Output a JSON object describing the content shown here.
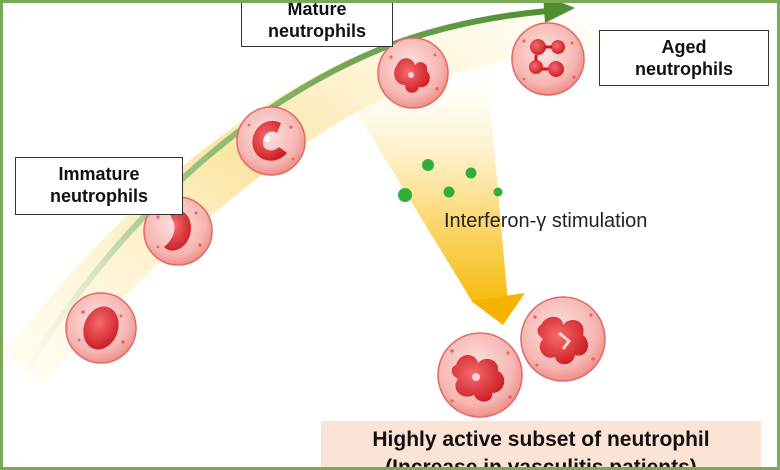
{
  "labels": {
    "immature": [
      "Immature",
      "neutrophils"
    ],
    "mature": [
      "Mature",
      "neutrophils"
    ],
    "aged": [
      "Aged",
      "neutrophils"
    ]
  },
  "stimulation_label": "Interferon-γ stimulation",
  "result": [
    "Highly active subset of neutrophil",
    "(Increase in vasculitis patients)"
  ],
  "colors": {
    "arrow_green": "#5c9a3c",
    "glow_yellow": "#f7d36a",
    "cell_fill": "#f4a7a3",
    "nucleus": "#d8232a",
    "dot_green": "#2fae3c",
    "result_bg": "#fbe3d5",
    "frame": "#7aaa55"
  }
}
